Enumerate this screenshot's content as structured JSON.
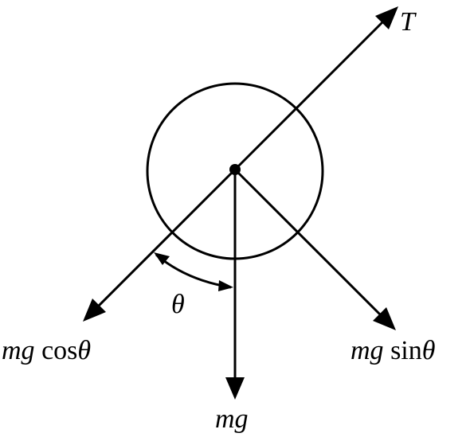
{
  "diagram": {
    "labels": {
      "tension": "T",
      "weight": "mg",
      "cos_prefix": "mg",
      "cos_func": "cos",
      "cos_theta": "θ",
      "sin_prefix": "mg",
      "sin_func": "sin",
      "sin_theta": "θ",
      "angle": "θ"
    },
    "colors": {
      "stroke": "#000000",
      "background": "#ffffff"
    }
  }
}
